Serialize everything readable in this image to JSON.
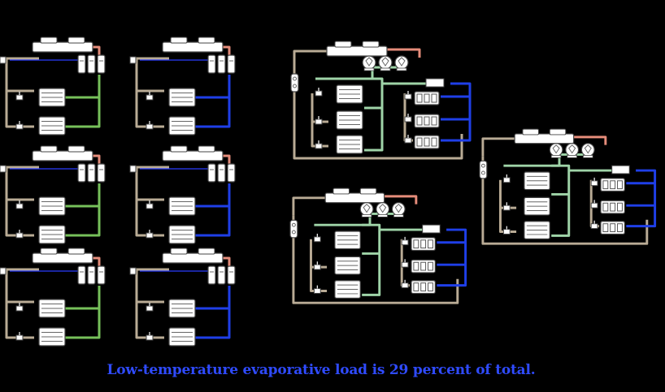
{
  "caption": "Low-temperature evaporative load is 29 percent of total.",
  "colors": {
    "background": "#000000",
    "caption": "#2f4bff",
    "discharge_pipe": "#e58c7a",
    "liquid_pipe": "#b9ab95",
    "suction_medium_temp": "#76c05a",
    "suction_low_temp": "#1f3fe8",
    "interstage_pipe": "#9fd4a8",
    "equipment_fill": "#ffffff",
    "equipment_outline": "#444444"
  },
  "diagram": {
    "simple_systems": [
      {
        "id": "s1",
        "row": 1,
        "col": 1,
        "suction": "medium_temp"
      },
      {
        "id": "s2",
        "row": 1,
        "col": 2,
        "suction": "low_temp"
      },
      {
        "id": "s3",
        "row": 2,
        "col": 1,
        "suction": "medium_temp"
      },
      {
        "id": "s4",
        "row": 2,
        "col": 2,
        "suction": "low_temp"
      },
      {
        "id": "s5",
        "row": 3,
        "col": 1,
        "suction": "medium_temp"
      },
      {
        "id": "s6",
        "row": 3,
        "col": 2,
        "suction": "low_temp"
      }
    ],
    "cascade_systems": [
      {
        "id": "c1",
        "position": "upper-middle"
      },
      {
        "id": "c2",
        "position": "lower-middle"
      },
      {
        "id": "c3",
        "position": "right"
      }
    ]
  }
}
